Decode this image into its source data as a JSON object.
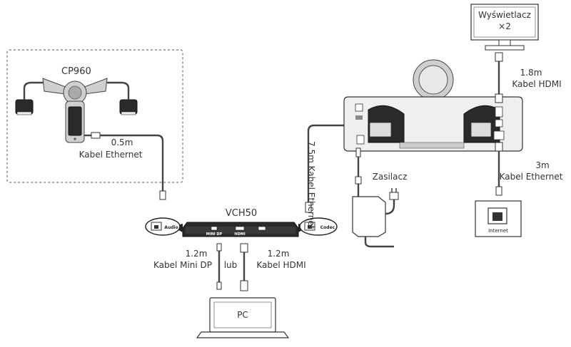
{
  "devices": {
    "cp960": "CP960",
    "vch50": "VCH50",
    "pc": "PC",
    "display_line1": "Wyświetlacz",
    "display_line2": "×2",
    "internet": "Internet",
    "power": "Zasilacz"
  },
  "ports": {
    "audio": "Audio",
    "codec": "Codec",
    "mini_dp": "MINI DP",
    "hdmi": "HDMI"
  },
  "cables": {
    "cp960_len": "0.5m",
    "cp960_type": "Kabel Ethernet",
    "codec_vertical": "7.5m Kabel Ethernet",
    "display_len": "1.8m",
    "display_type": "Kabel HDMI",
    "internet_len": "3m",
    "internet_type": "Kabel Ethernet",
    "minidp_len": "1.2m",
    "minidp_type": "Kabel Mini DP",
    "hdmi_len": "1.2m",
    "hdmi_type": "Kabel HDMI",
    "or": "lub"
  },
  "colors": {
    "cable": "#444444",
    "device_dark": "#2a2a2a",
    "device_light": "#cfcfcf"
  }
}
